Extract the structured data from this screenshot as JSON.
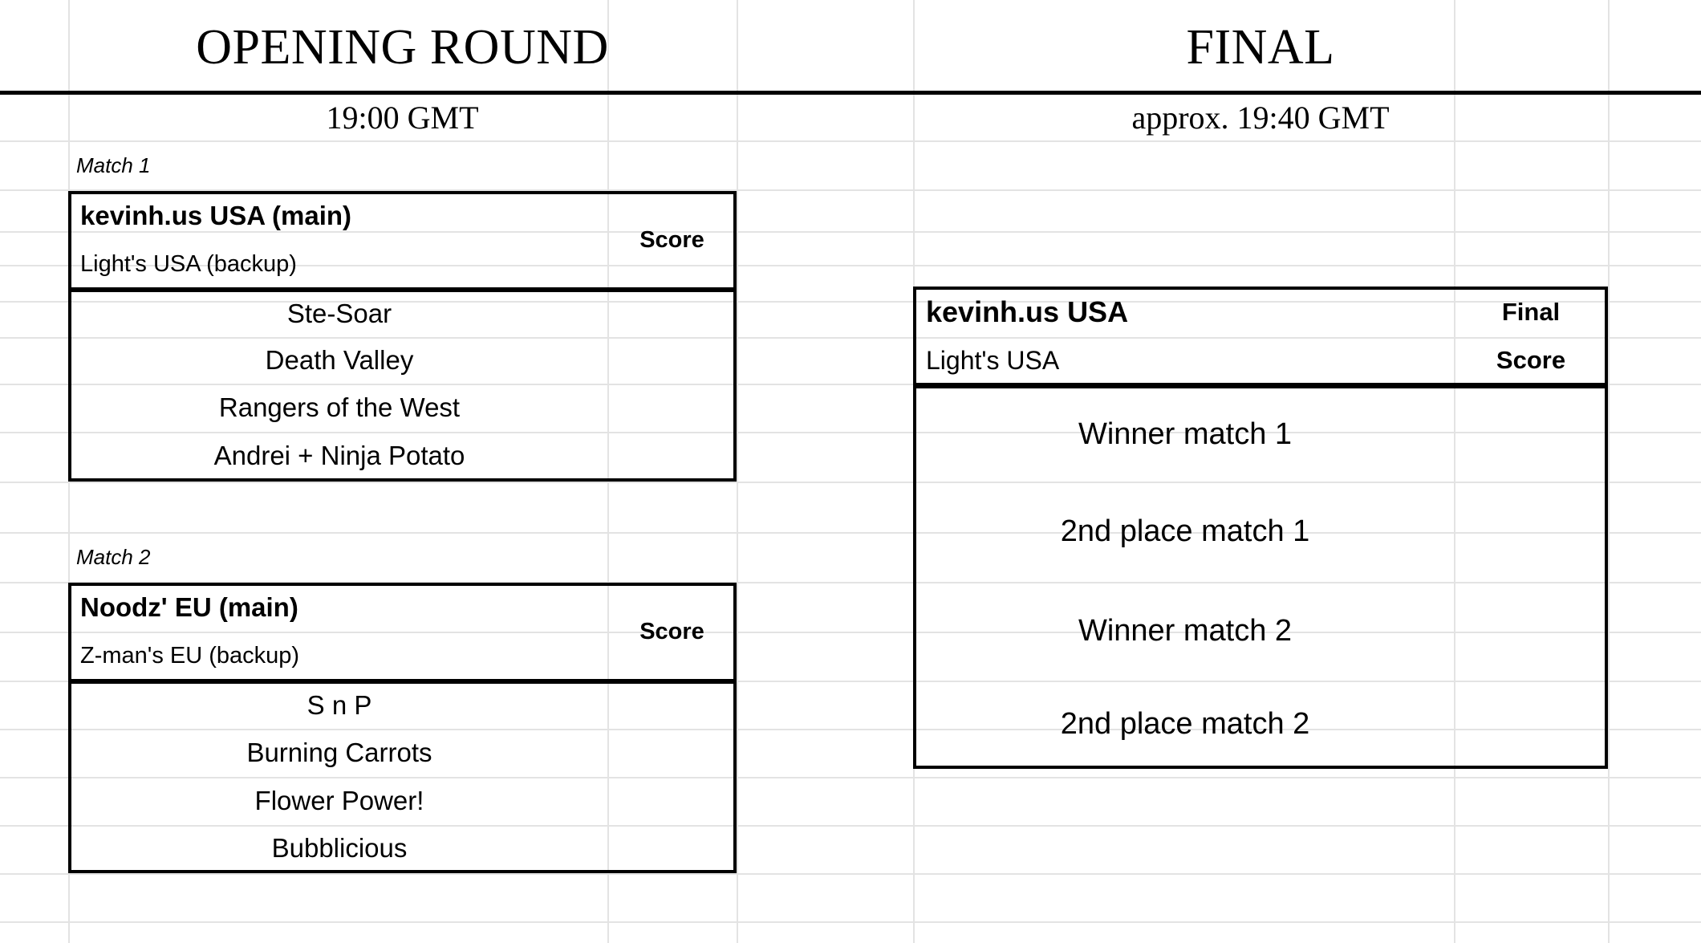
{
  "sections": {
    "opening": {
      "title": "OPENING ROUND",
      "time": "19:00 GMT"
    },
    "final": {
      "title": "FINAL",
      "time": "approx. 19:40 GMT"
    }
  },
  "labels": {
    "score": "Score",
    "final": "Final",
    "final_score": "Score"
  },
  "matches": [
    {
      "label": "Match 1",
      "host_main": "kevinh.us USA (main)",
      "host_backup": "Light's USA (backup)",
      "score_header": "Score",
      "entries": [
        "Ste-Soar",
        "Death Valley",
        "Rangers of the West",
        "Andrei + Ninja Potato"
      ]
    },
    {
      "label": "Match 2",
      "host_main": "Noodz' EU (main)",
      "host_backup": "Z-man's EU (backup)",
      "score_header": "Score",
      "entries": [
        "S n P",
        "Burning Carrots",
        "Flower Power!",
        "Bubblicious"
      ]
    }
  ],
  "final_bracket": {
    "host_main": "kevinh.us USA",
    "host_backup": "Light's USA",
    "head_line1": "Final",
    "head_line2": "Score",
    "entries": [
      "Winner match 1",
      "2nd place match 1",
      "Winner match 2",
      "2nd place match 2"
    ]
  },
  "colors": {
    "gridline": "#e3e3e3",
    "border": "#000000",
    "background": "#ffffff",
    "text": "#000000"
  }
}
